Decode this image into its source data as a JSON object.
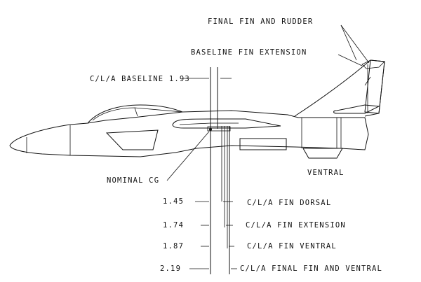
{
  "labels": {
    "final_fin_rudder": "FINAL FIN AND RUDDER",
    "baseline_fin_ext": "BASELINE FIN EXTENSION",
    "cla_baseline": "C/L/A BASELINE 1.93",
    "nominal_cg": "NOMINAL CG",
    "ventral": "VENTRAL"
  },
  "dimensions": [
    {
      "value": "1.45",
      "label": "C/L/A FIN DORSAL"
    },
    {
      "value": "1.74",
      "label": "C/L/A FIN EXTENSION"
    },
    {
      "value": "1.87",
      "label": "C/L/A FIN VENTRAL"
    },
    {
      "value": "2.19",
      "label": "C/L/A FINAL FIN AND VENTRAL"
    }
  ]
}
